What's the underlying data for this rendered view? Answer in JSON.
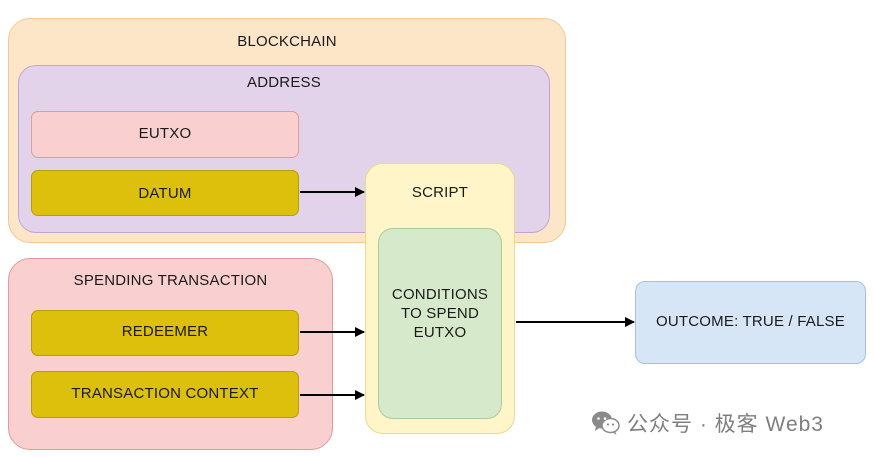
{
  "diagram": {
    "blockchain_label": "BLOCKCHAIN",
    "address_label": "ADDRESS",
    "eutxo_label": "EUTXO",
    "datum_label": "DATUM",
    "spending_label": "SPENDING TRANSACTION",
    "redeemer_label": "REDEEMER",
    "context_label": "TRANSACTION CONTEXT",
    "script_label": "SCRIPT",
    "conditions_lines": [
      "CONDITIONS",
      "TO SPEND",
      "EUTXO"
    ],
    "outcome_label": "OUTCOME: TRUE / FALSE"
  },
  "watermark": {
    "text": "公众号 · 极客 Web3",
    "icon": "wechat-icon"
  }
}
